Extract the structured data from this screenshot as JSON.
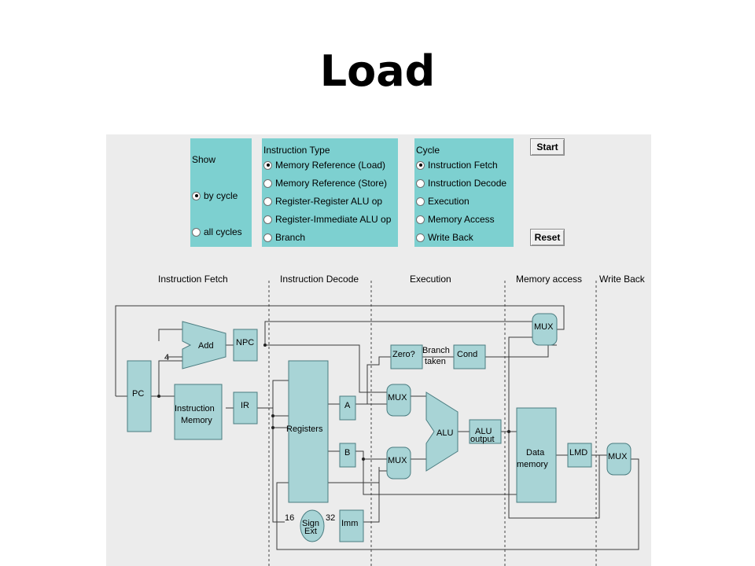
{
  "title": "Load",
  "show": {
    "label": "Show",
    "options": [
      "by cycle",
      "all cycles"
    ],
    "selected": 0
  },
  "instruction_type": {
    "label": "Instruction Type",
    "options": [
      "Memory Reference (Load)",
      "Memory Reference (Store)",
      "Register-Register ALU op",
      "Register-Immediate ALU op",
      "Branch"
    ],
    "selected": 0
  },
  "cycle": {
    "label": "Cycle",
    "options": [
      "Instruction Fetch",
      "Instruction Decode",
      "Execution",
      "Memory Access",
      "Write Back"
    ],
    "selected": 0
  },
  "buttons": {
    "start": "Start",
    "reset": "Reset"
  },
  "stages": [
    "Instruction Fetch",
    "Instruction Decode",
    "Execution",
    "Memory access",
    "Write Back"
  ],
  "blocks": {
    "add": "Add",
    "npc": "NPC",
    "mux_top": "MUX",
    "four": "4",
    "pc": "PC",
    "instr_mem_1": "Instruction",
    "instr_mem_2": "Memory",
    "ir": "IR",
    "registers": "Registers",
    "a": "A",
    "b": "B",
    "zero": "Zero?",
    "branch_1": "Branch",
    "branch_2": "taken",
    "cond": "Cond",
    "mux_a": "MUX",
    "mux_b": "MUX",
    "alu": "ALU",
    "alu_out_1": "ALU",
    "alu_out_2": "output",
    "data_mem_1": "Data",
    "data_mem_2": "memory",
    "lmd": "LMD",
    "mux_wb": "MUX",
    "sign_ext_1": "Sign",
    "sign_ext_2": "Ext",
    "bits_16": "16",
    "bits_32": "32",
    "imm": "Imm"
  },
  "colors": {
    "panel_bg": "#ececec",
    "control_box": "#7dd0d0",
    "block_fill": "#a8d4d6",
    "block_stroke": "#4a7c80"
  }
}
